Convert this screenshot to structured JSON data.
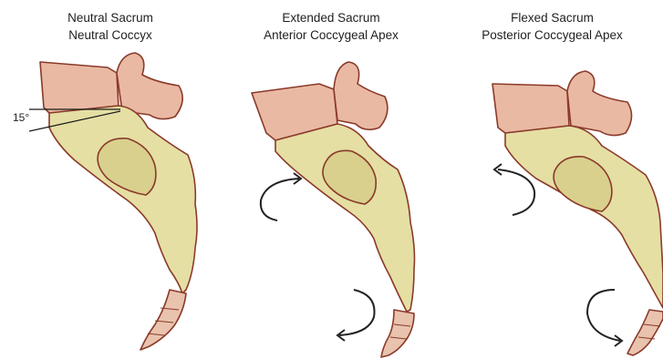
{
  "panels": [
    {
      "title_line1": "Neutral Sacrum",
      "title_line2": "Neutral Coccyx",
      "angle_label": "15°"
    },
    {
      "title_line1": "Extended Sacrum",
      "title_line2": "Anterior Coccygeal Apex"
    },
    {
      "title_line1": "Flexed Sacrum",
      "title_line2": "Posterior Coccygeal Apex"
    }
  ],
  "colors": {
    "vertebra_body": "#e9b9a3",
    "bone_yellow": "#e5dfa4",
    "bone_shadow": "#c9c07d",
    "outline": "#8a3a2a",
    "arrow": "#222222"
  },
  "icons": [
    "curved-arrow-icon"
  ]
}
